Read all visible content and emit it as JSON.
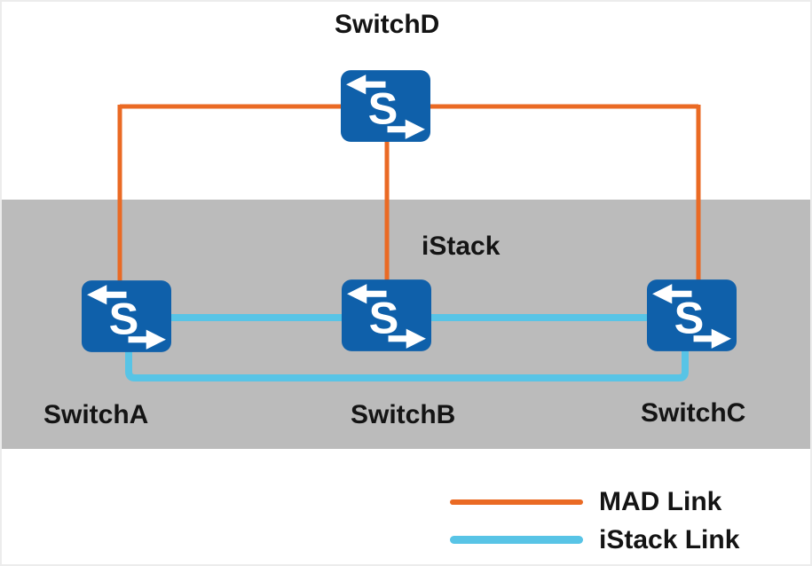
{
  "diagram": {
    "title_node_label": "SwitchD",
    "zone_label": "iStack",
    "switch_letter": "S",
    "nodes": [
      {
        "id": "switch-d",
        "label": "SwitchD"
      },
      {
        "id": "switch-a",
        "label": "SwitchA"
      },
      {
        "id": "switch-b",
        "label": "SwitchB"
      },
      {
        "id": "switch-c",
        "label": "SwitchC"
      }
    ]
  },
  "legend": {
    "items": [
      {
        "label": "MAD Link",
        "color": "#EA6A24"
      },
      {
        "label": "iStack Link",
        "color": "#58C4E6"
      }
    ]
  },
  "colors": {
    "mad_link": "#EA6A24",
    "istack_link": "#58C4E6",
    "switch_blue": "#0F60AA",
    "zone_gray": "#BBBBBB",
    "text": "#141414",
    "background": "#FFFFFF"
  }
}
